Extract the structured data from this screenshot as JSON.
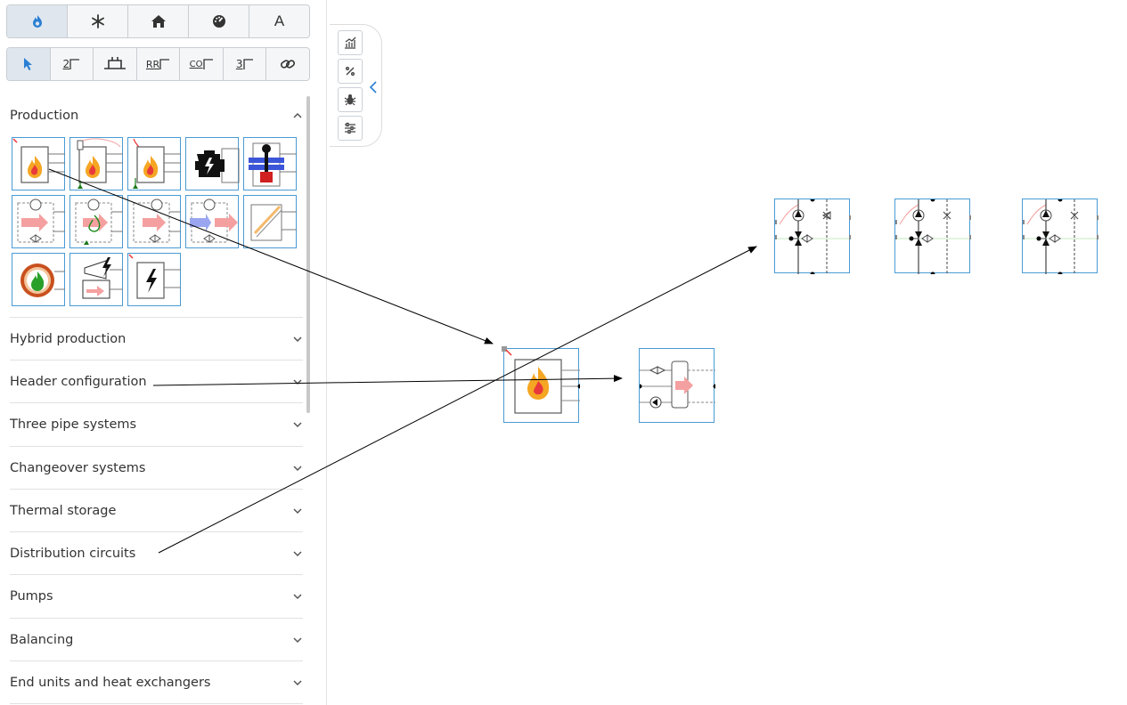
{
  "toolbar_top": {
    "tabs": [
      {
        "name": "heating-tab",
        "icon": "flame-icon"
      },
      {
        "name": "cooling-tab",
        "icon": "snowflake-icon"
      },
      {
        "name": "home-tab",
        "icon": "home-icon"
      },
      {
        "name": "gauge-tab",
        "icon": "gauge-icon"
      },
      {
        "name": "text-tab",
        "icon": "text-icon",
        "label": "A"
      }
    ]
  },
  "toolbar_tools": {
    "items": [
      {
        "name": "select-tool",
        "icon": "pointer-icon"
      },
      {
        "name": "two-pipe-tool",
        "label": "2"
      },
      {
        "name": "header-tool",
        "icon": "header-icon"
      },
      {
        "name": "rr-tool",
        "label": "RR"
      },
      {
        "name": "co-tool",
        "label": "CO"
      },
      {
        "name": "three-pipe-tool",
        "label": "3"
      },
      {
        "name": "link-tool",
        "icon": "link-icon"
      }
    ]
  },
  "sections": [
    {
      "label": "Production",
      "expanded": true
    },
    {
      "label": "Hybrid production"
    },
    {
      "label": "Header configuration"
    },
    {
      "label": "Three pipe systems"
    },
    {
      "label": "Changeover systems"
    },
    {
      "label": "Thermal storage"
    },
    {
      "label": "Distribution circuits"
    },
    {
      "label": "Pumps"
    },
    {
      "label": "Balancing"
    },
    {
      "label": "End units and heat exchangers"
    }
  ],
  "production_components": [
    "boiler-icon",
    "boiler-with-sensor-icon",
    "boiler-with-control-icon",
    "chp-engine-icon",
    "gas-burner-icon",
    "heat-pump-icon",
    "geothermal-heat-pump-icon",
    "heat-pump-outdoor-icon",
    "reversible-heat-pump-icon",
    "solar-collector-icon",
    "biomass-boiler-icon",
    "electric-heat-generator-icon",
    "electric-heater-icon"
  ],
  "side_tools": [
    {
      "name": "chart-tool-button",
      "icon": "chart-icon"
    },
    {
      "name": "percent-tool-button",
      "icon": "percent-icon"
    },
    {
      "name": "debug-tool-button",
      "icon": "bug-icon"
    },
    {
      "name": "settings-tool-button",
      "icon": "sliders-icon"
    }
  ],
  "colors": {
    "accent": "#2a7fd4",
    "node_border": "#4a9bd4",
    "flame": "#f5a623"
  }
}
